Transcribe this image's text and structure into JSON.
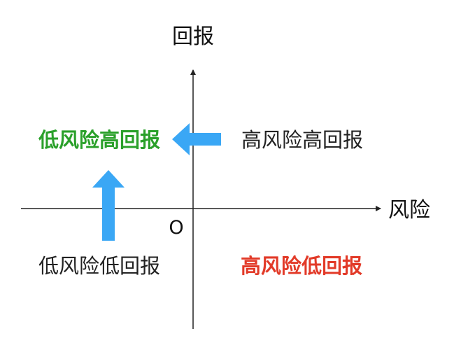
{
  "axes": {
    "y_label": "回报",
    "x_label": "风险",
    "origin_label": "O"
  },
  "quadrants": {
    "top_left": {
      "text": "低风险高回报",
      "color": "#2aa02a",
      "emphasis": true
    },
    "top_right": {
      "text": "高风险高回报",
      "color": "#222222",
      "emphasis": false
    },
    "bottom_left": {
      "text": "低风险低回报",
      "color": "#222222",
      "emphasis": false
    },
    "bottom_right": {
      "text": "高风险低回报",
      "color": "#e23a28",
      "emphasis": true
    }
  },
  "arrows": {
    "color": "#3aa7f5",
    "left_arrow": {
      "direction": "left",
      "meaning": "from-top_right-to-top_left"
    },
    "up_arrow": {
      "direction": "up",
      "meaning": "from-bottom_left-to-top_left"
    }
  },
  "colors": {
    "axis": "#222222",
    "background": "#ffffff"
  }
}
